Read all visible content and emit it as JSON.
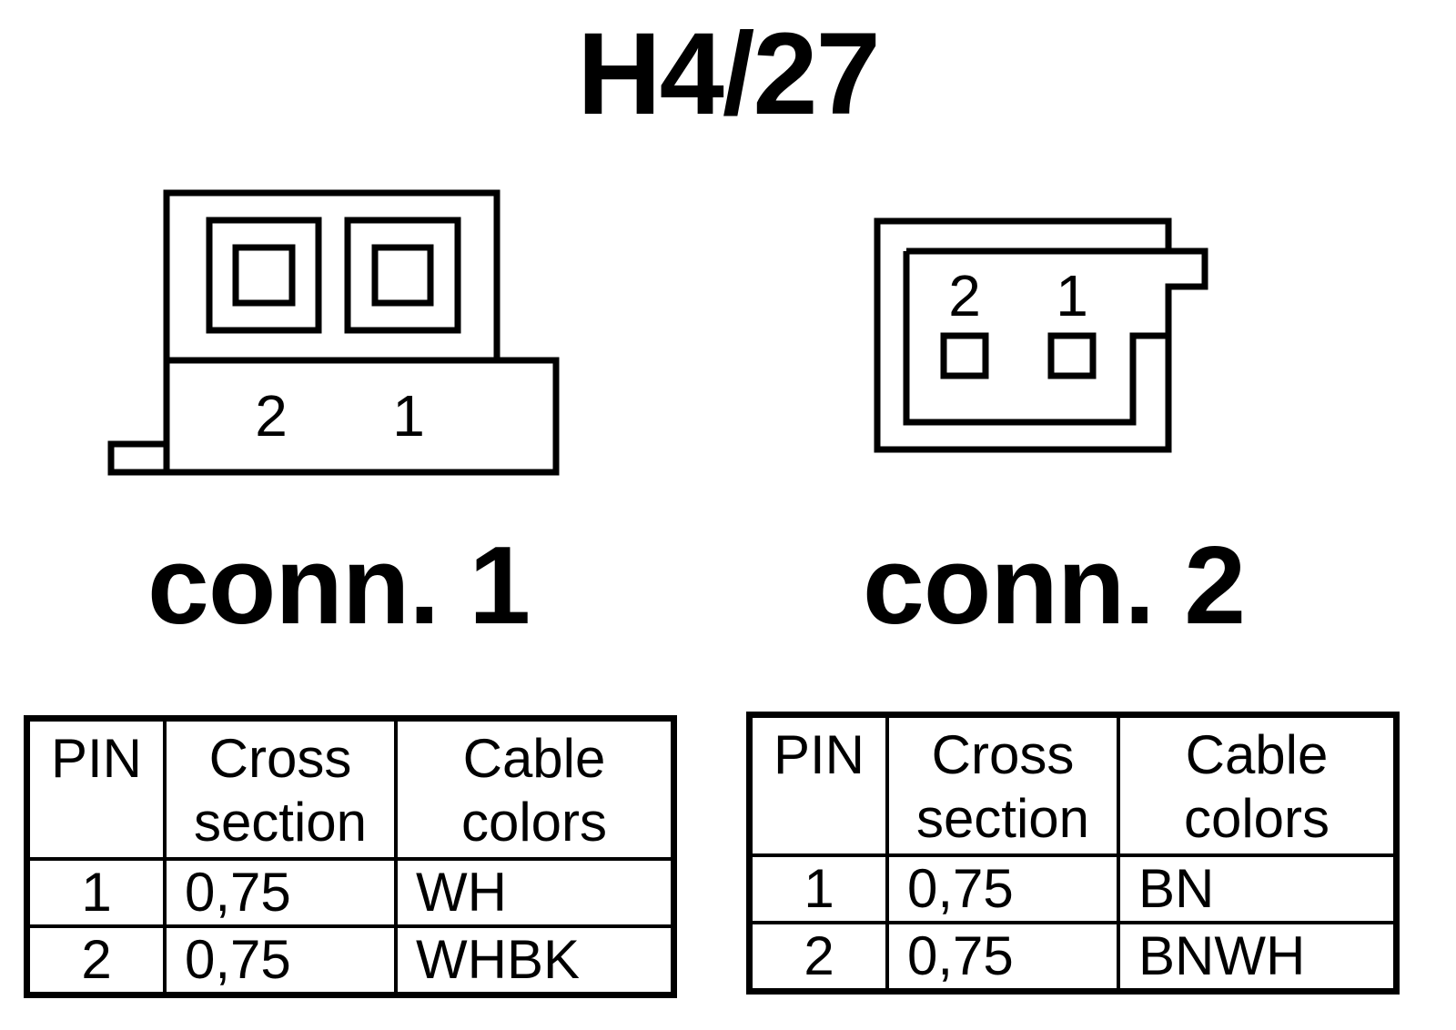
{
  "title": "H4/27",
  "connectors": [
    {
      "label": "conn. 1",
      "pin_labels": [
        "2",
        "1"
      ],
      "table": {
        "headers": {
          "pin": "PIN",
          "cross_line1": "Cross",
          "cross_line2": "section",
          "cable_line1": "Cable",
          "cable_line2": "colors"
        },
        "rows": [
          {
            "pin": "1",
            "cross": "0,75",
            "color": "WH"
          },
          {
            "pin": "2",
            "cross": "0,75",
            "color": "WHBK"
          }
        ]
      }
    },
    {
      "label": "conn. 2",
      "pin_labels": [
        "2",
        "1"
      ],
      "table": {
        "headers": {
          "pin": "PIN",
          "cross_line1": "Cross",
          "cross_line2": "section",
          "cable_line1": "Cable",
          "cable_line2": "colors"
        },
        "rows": [
          {
            "pin": "1",
            "cross": "0,75",
            "color": "BN"
          },
          {
            "pin": "2",
            "cross": "0,75",
            "color": "BNWH"
          }
        ]
      }
    }
  ]
}
